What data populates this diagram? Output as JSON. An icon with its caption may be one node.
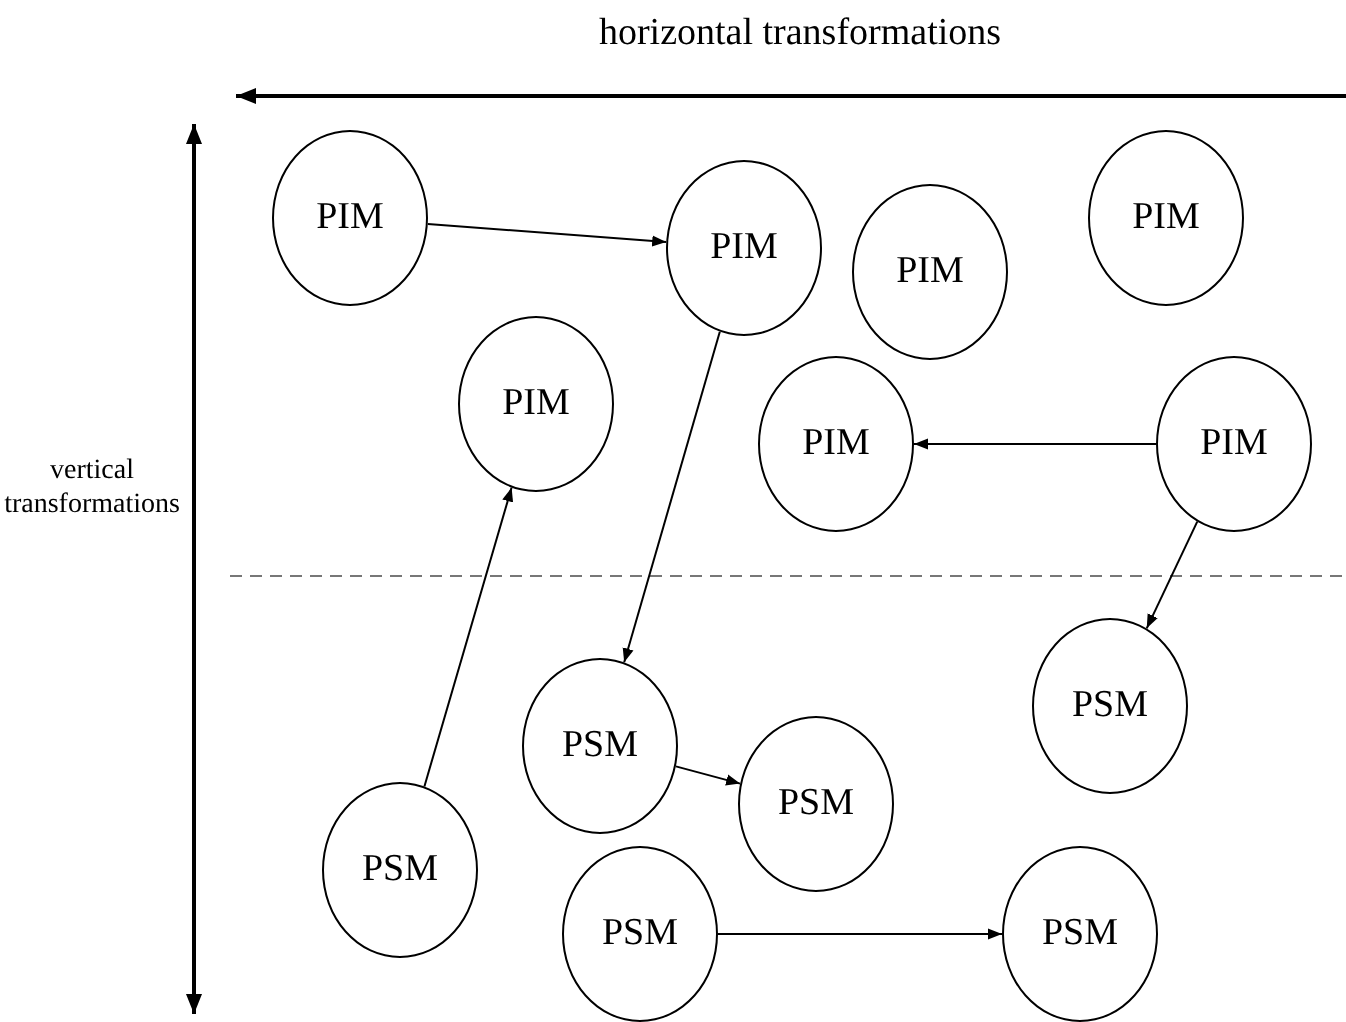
{
  "diagram": {
    "nodes": [
      {
        "text": [
          "PIM"
        ]
      },
      {
        "text": [
          "PIM"
        ]
      },
      {
        "text": [
          "PIM"
        ]
      },
      {
        "text": [
          "PIM"
        ]
      },
      {
        "text": [
          "PIM"
        ]
      },
      {
        "text": [
          "PIM"
        ]
      },
      {
        "text": [
          "PIM"
        ]
      },
      {
        "text": [
          "PSM"
        ]
      },
      {
        "text": [
          "PSM"
        ]
      },
      {
        "text": [
          "PSM"
        ]
      },
      {
        "text": [
          "PSM"
        ]
      },
      {
        "text": [
          "PSM"
        ]
      },
      {
        "text": [
          "PSM"
        ]
      }
    ],
    "edges": [
      {
        "from": 0,
        "to": 1,
        "arrow": "to"
      },
      {
        "from": 1,
        "to": 8,
        "arrow": "to"
      },
      {
        "from": 10,
        "to": 4,
        "arrow": "to"
      },
      {
        "from": 6,
        "to": 5,
        "arrow": "to"
      },
      {
        "from": 6,
        "to": 7,
        "arrow": "to"
      },
      {
        "from": 8,
        "to": 9,
        "arrow": "to"
      },
      {
        "from": 11,
        "to": 12,
        "arrow": "to"
      }
    ],
    "labels": [
      "horizontal transformations",
      "vertical transformations"
    ]
  }
}
